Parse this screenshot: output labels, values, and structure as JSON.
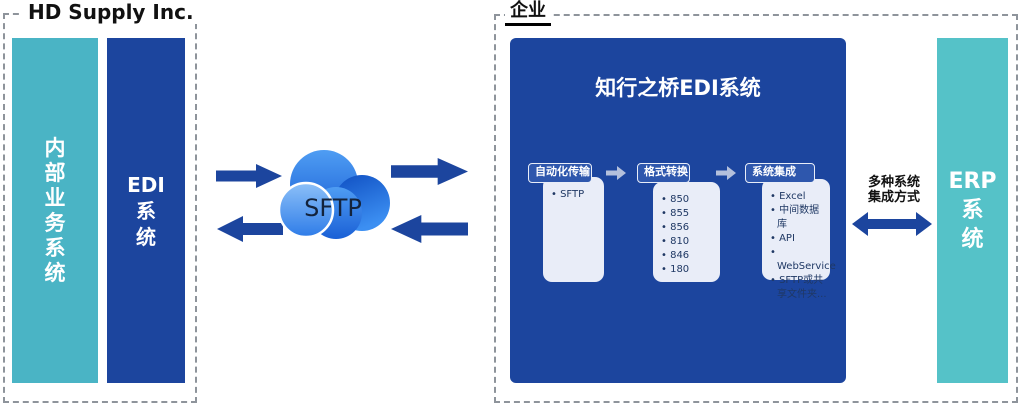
{
  "colors": {
    "dark_blue": "#1c459e",
    "teal_left": "#4ab4c5",
    "teal_right": "#55c2c8",
    "header_box_bg": "#2e57ad",
    "header_box_border": "#e8edf8",
    "card_bg": "#e9edf8",
    "card_text": "#1f3864",
    "light_arrow": "#b4c0dc",
    "dashed_border": "#8e949b",
    "title_text": "#111111",
    "cloud_label_text": "#13233c"
  },
  "hd_supply": {
    "title": "HD Supply Inc.",
    "internal_bar_chars": [
      "内",
      "部",
      "业",
      "务",
      "系",
      "统"
    ],
    "edi_bar_lines": [
      "EDI",
      "系",
      "统"
    ]
  },
  "transport": {
    "cloud_label": "SFTP"
  },
  "enterprise": {
    "title": "企业",
    "edi_box_title": "知行之桥EDI系统",
    "columns": [
      {
        "header": "自动化传输",
        "items": [
          "SFTP"
        ]
      },
      {
        "header": "格式转换",
        "items": [
          "850",
          "855",
          "856",
          "810",
          "846",
          "180"
        ]
      },
      {
        "header": "系统集成",
        "items": [
          "Excel",
          "中间数据库",
          "API",
          "WebService",
          "SFTP或共享文件夹..."
        ]
      }
    ],
    "integration_label": [
      "多种系统",
      "集成方式"
    ],
    "erp_bar_lines": [
      "ERP",
      "系",
      "统"
    ]
  }
}
